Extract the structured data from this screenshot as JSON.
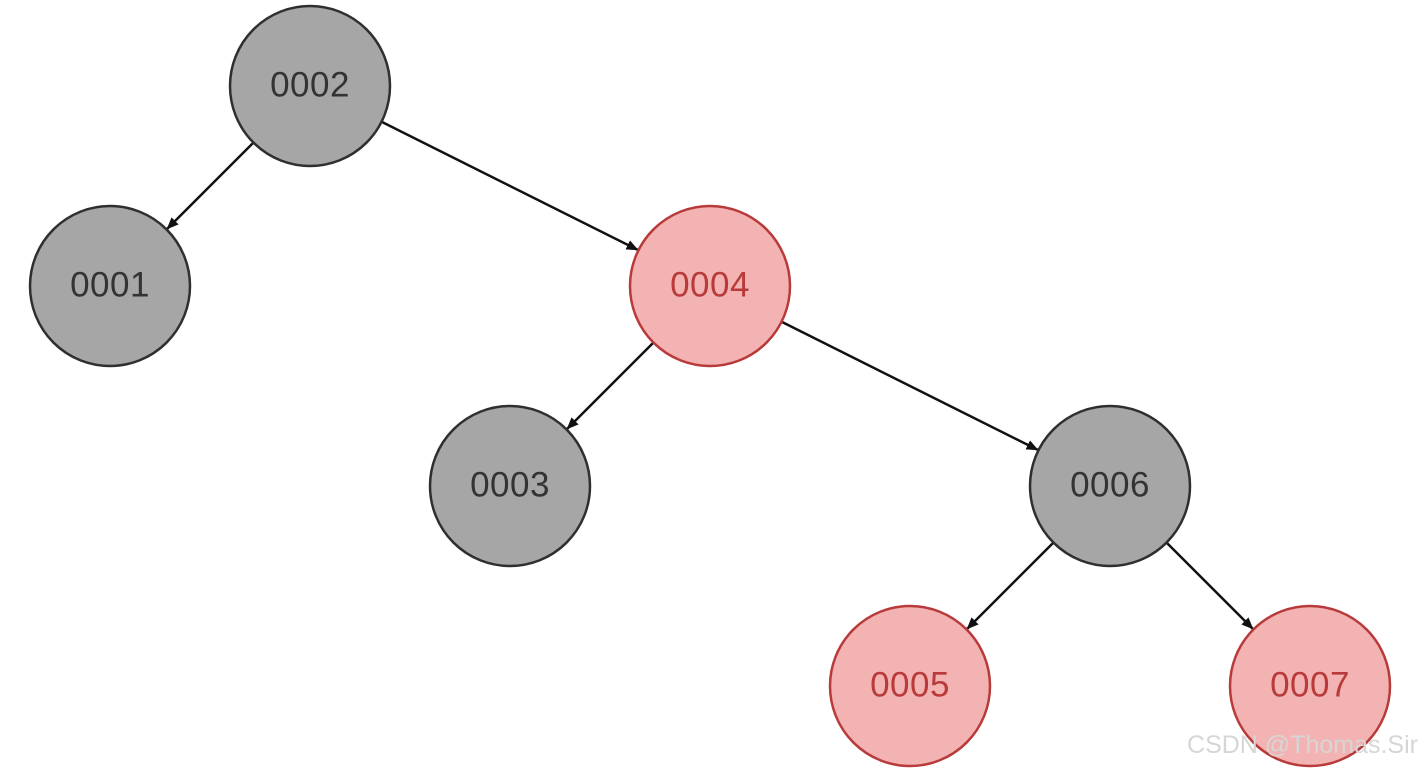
{
  "diagram": {
    "type": "binary-tree",
    "colors": {
      "black_fill": "#a6a6a6",
      "black_stroke": "#2f2f2f",
      "black_text": "#333333",
      "red_fill": "#f3b3b3",
      "red_stroke": "#b83a3a",
      "red_text": "#b83a3a",
      "edge": "#111111"
    },
    "nodes": [
      {
        "id": "n0002",
        "label": "0002",
        "color": "black",
        "level": 0,
        "slot": 1
      },
      {
        "id": "n0001",
        "label": "0001",
        "color": "black",
        "level": 1,
        "slot": 0
      },
      {
        "id": "n0004",
        "label": "0004",
        "color": "red",
        "level": 1,
        "slot": 3
      },
      {
        "id": "n0003",
        "label": "0003",
        "color": "black",
        "level": 2,
        "slot": 2
      },
      {
        "id": "n0006",
        "label": "0006",
        "color": "black",
        "level": 2,
        "slot": 5
      },
      {
        "id": "n0005",
        "label": "0005",
        "color": "red",
        "level": 3,
        "slot": 4
      },
      {
        "id": "n0007",
        "label": "0007",
        "color": "red",
        "level": 3,
        "slot": 6
      }
    ],
    "edges": [
      {
        "from": "n0002",
        "to": "n0001"
      },
      {
        "from": "n0002",
        "to": "n0004"
      },
      {
        "from": "n0004",
        "to": "n0003"
      },
      {
        "from": "n0004",
        "to": "n0006"
      },
      {
        "from": "n0006",
        "to": "n0005"
      },
      {
        "from": "n0006",
        "to": "n0007"
      }
    ]
  },
  "watermark": {
    "text": "CSDN @Thomas.Sir"
  }
}
